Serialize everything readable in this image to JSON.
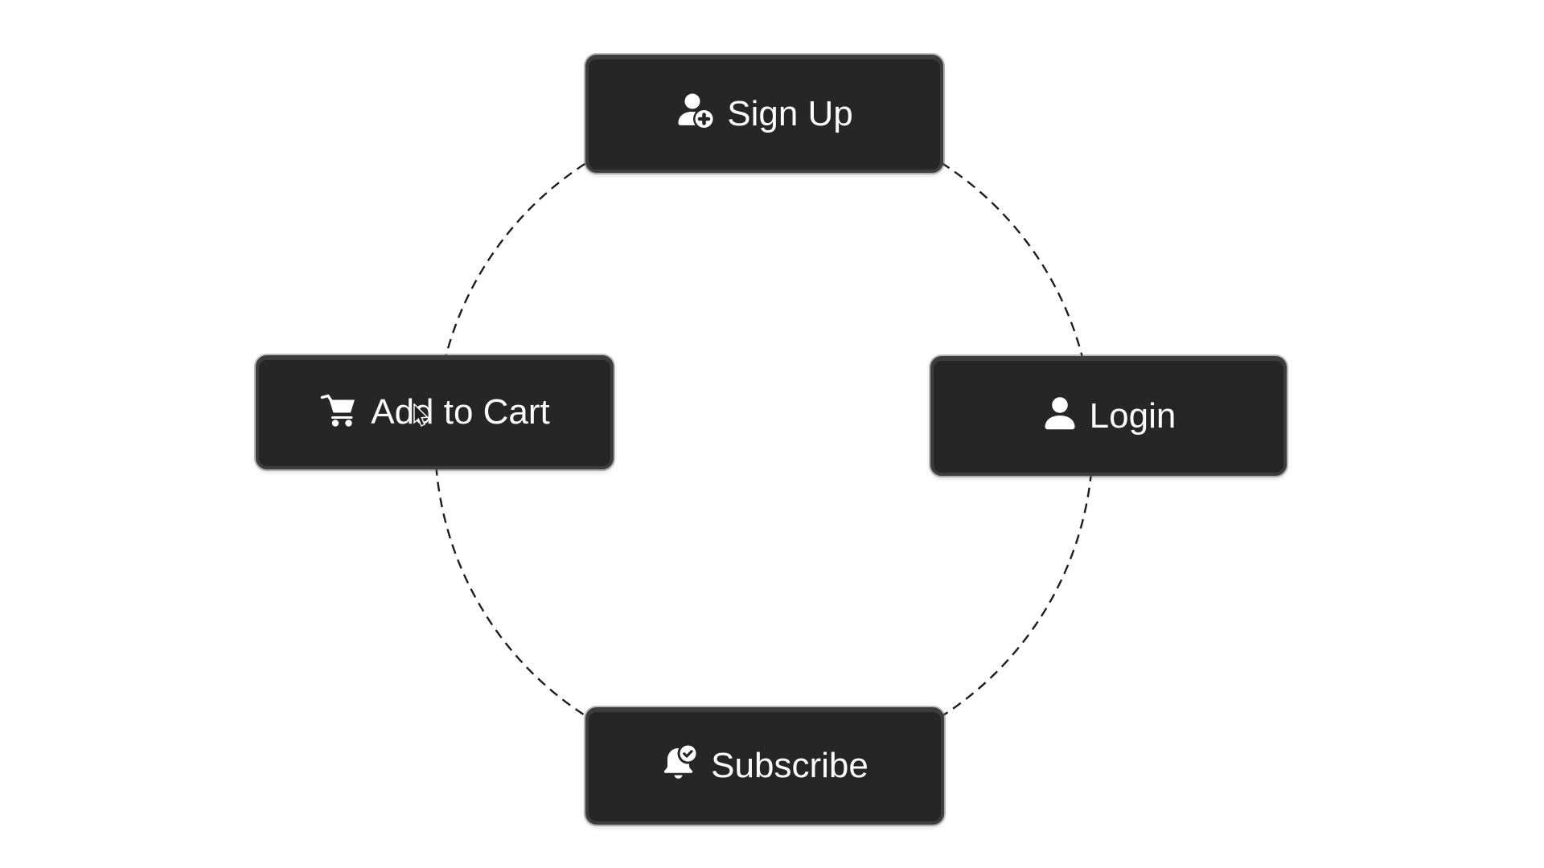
{
  "canvas": {
    "background": "#ffffff"
  },
  "circle": {
    "stroke_color": "#1d1d1d",
    "style": "dashed"
  },
  "palette": {
    "button_bg": "#262626",
    "button_border": "#3d3d3d",
    "button_text": "#fafafa"
  },
  "buttons": {
    "signup": {
      "label": "Sign Up",
      "icon": "user-plus-icon"
    },
    "login": {
      "label": "Login",
      "icon": "user-icon"
    },
    "add_to_cart": {
      "label": "Add to Cart",
      "icon": "shopping-cart-icon"
    },
    "subscribe": {
      "label": "Subscribe",
      "icon": "bell-check-icon"
    }
  }
}
